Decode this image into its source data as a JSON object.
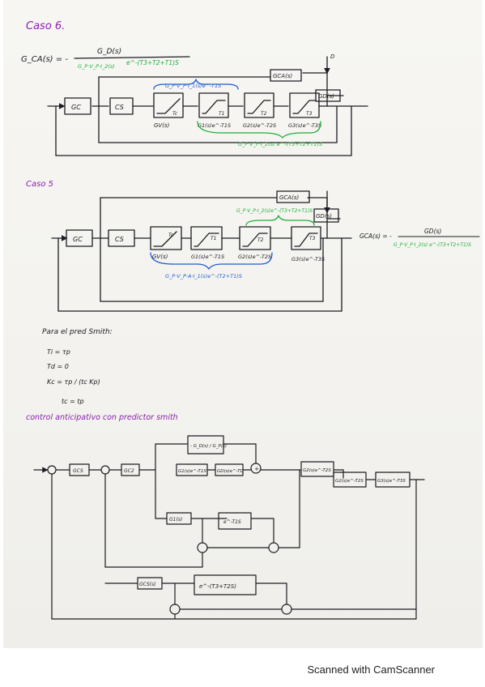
{
  "colors": {
    "ink": "#1c1c22",
    "purple": "#8a1fb0",
    "green": "#1fae3c",
    "blue": "#1f5fd0"
  },
  "caso6": {
    "heading": "Caso 6.",
    "eq_lhs": "G_CA(s) = -",
    "eq_num": "G_D(s)",
    "eq_den_g": "G_P·V_P·I_2(s)",
    "eq_den_e": "e^-(T3+T2+T1)S",
    "gca_box": "GCA(s)",
    "gd_box": "GD(s)",
    "disturb": "D",
    "gc_box": "GC",
    "cs_box": "CS",
    "tc_label": "Tc",
    "t1_label": "T1",
    "t2_label": "T2",
    "t3_label": "T3",
    "gv": "GV(s)",
    "g1": "G1(s)e^-T1S",
    "g2": "G2(s)e^-T2S",
    "g3": "G3(s)e^-T3S",
    "blue_label": "G_P·V_P·I_1(s)e^-T1S",
    "green_label": "G_P·V_P·I_2(s) e^-(T3+T2+T1)S"
  },
  "caso5": {
    "heading": "Caso 5",
    "gca_box": "GCA(s)",
    "gd_box": "GD(s)",
    "gc_box": "GC",
    "cs_box": "CS",
    "tc_label": "Tc",
    "t1_label": "T1",
    "t2_label": "T2",
    "t3_label": "T3",
    "gv": "GV(s)",
    "g1": "G1(s)e^-T1S",
    "g2": "G2(s)e^-T2S",
    "g3": "G3(s)e^-T3S",
    "green_label": "G_P·V_P·I_2(s)e^-(T3+T2+T1)S",
    "blue_label": "G_P·V_P·A·I_1(s)e^-(T2+T1)S",
    "eq_lhs": "GCA(s) = -",
    "eq_num": "GD(s)",
    "eq_den": "G_P·V_P·I_2(s) e^-(T3+T2+T1)S"
  },
  "smith_params": {
    "heading": "Para el pred Smith:",
    "ti": "Ti = τp",
    "td": "Td = 0",
    "kc": "Kc =  τp / (tc Kp)",
    "tc": "tc = tp"
  },
  "anticipative": {
    "heading": "control anticipativo con predictor smith",
    "ff_box": "- G_D(s) / G_P(s)",
    "gcs": "GCS",
    "gc2": "GC2",
    "gp_e": "G1(s)e^-T1S",
    "gd_e": "GD(s)e^-TD",
    "g2_e": "G2(s)e^-T2S",
    "g2_box": "G2(s)e^-T2S",
    "g3_box": "G3(s)e^-T3S",
    "g1_box": "G1(s)",
    "delay1": "e^-T1S",
    "gcs_box": "GCS(s)",
    "delay2": "e^-(T3+T2S)"
  },
  "footer": "Scanned with CamScanner"
}
